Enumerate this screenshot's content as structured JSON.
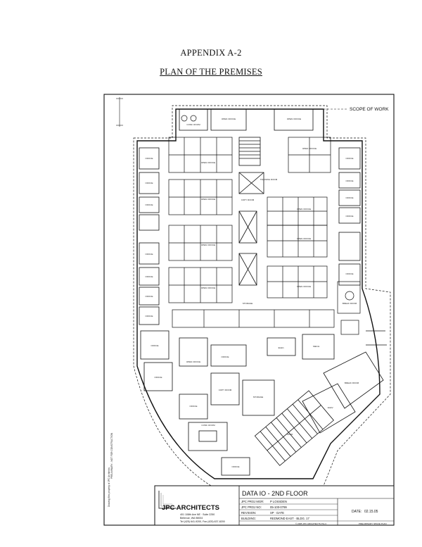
{
  "header": {
    "appendix": "APPENDIX A-2",
    "plan_title": "PLAN OF THE PREMISES"
  },
  "drawing": {
    "scope_label": "SCOPE OF WORK",
    "rooms": [
      "OPEN OFFICE",
      "OFFICE",
      "CONF. ROOM",
      "CORRIDOR",
      "TRAINING ROOM",
      "COPY ROOM",
      "STORAGE",
      "BREAK ROOM",
      "ELEC.",
      "MECH.",
      "STAIR",
      "ELEV."
    ]
  },
  "title_block": {
    "firm_name": "JPC ARCHITECTS",
    "firm_address_1": "401 108th Ave NE · Suite 2250",
    "firm_address_2": "Bellevue, WA 98004",
    "firm_phone": "Tel (425) 641-9200, Fax (425) 637-8200",
    "project_title": "DATA IO - 2ND FLOOR",
    "row1_label": "JPC PROJ MGR:",
    "row1_value": "P LOSSDEN",
    "row2_label": "JPC PROJ NO:",
    "row2_value": "05-100-0799",
    "row3_label": "REVISION:",
    "row3_value": "SP · DATE",
    "row4_label": "BUILDING:",
    "row4_value": "REDMOND EAST · BLDG. 17",
    "date_label": "DATE:",
    "date_value": "02.15.05",
    "copyright": "© 2005 JPC ARCHITECTS PLLC",
    "stamp": "PRELIMINARY SPACE PLAN"
  },
  "side_notes": {
    "note_1": "PRELIMINARY - NOT FOR CONSTRUCTION",
    "note_2": "Drawing files property of JPC Architects"
  }
}
